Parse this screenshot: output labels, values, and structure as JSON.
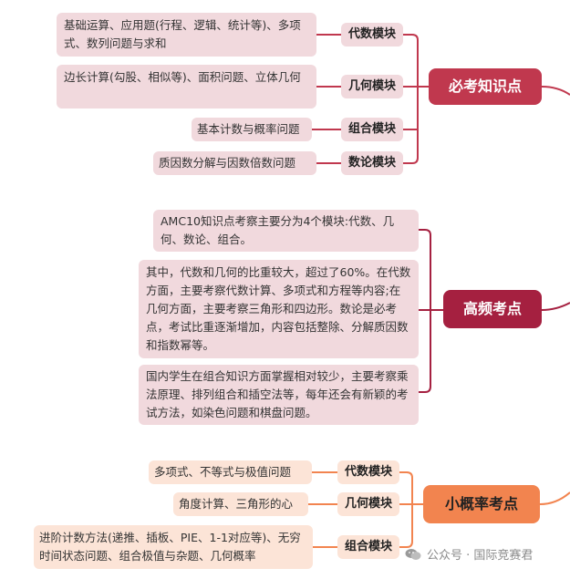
{
  "sections": {
    "required": {
      "title": "必考知识点",
      "color": "#c0384e",
      "rows": [
        {
          "tag": "代数模块",
          "text": "基础运算、应用题(行程、逻辑、统计等)、多项式、数列问题与求和"
        },
        {
          "tag": "几何模块",
          "text": "边长计算(勾股、相似等)、面积问题、立体几何"
        },
        {
          "tag": "组合模块",
          "text": "基本计数与概率问题"
        },
        {
          "tag": "数论模块",
          "text": "质因数分解与因数倍数问题"
        }
      ]
    },
    "frequent": {
      "title": "高频考点",
      "color": "#a52040",
      "paragraphs": [
        "AMC10知识点考察主要分为4个模块:代数、几何、数论、组合。",
        "其中，代数和几何的比重较大，超过了60%。在代数方面，主要考察代数计算、多项式和方程等内容;在几何方面，主要考察三角形和四边形。数论是必考点，考试比重逐渐增加，内容包括整除、分解质因数和指数幂等。",
        "国内学生在组合知识方面掌握相对较少，主要考察乘法原理、排列组合和插空法等，每年还会有新颖的考试方法，如染色问题和棋盘问题。"
      ]
    },
    "rare": {
      "title": "小概率考点",
      "color": "#f2844f",
      "rows": [
        {
          "tag": "代数模块",
          "text": "多项式、不等式与极值问题"
        },
        {
          "tag": "几何模块",
          "text": "角度计算、三角形的心"
        },
        {
          "tag": "组合模块",
          "text": "进阶计数方法(递推、插板、PIE、1-1对应等)、无穷时间状态问题、组合极值与杂题、几何概率"
        }
      ]
    }
  },
  "watermark": {
    "text": "公众号 · 国际竞赛君",
    "icon": "wechat-icon"
  }
}
